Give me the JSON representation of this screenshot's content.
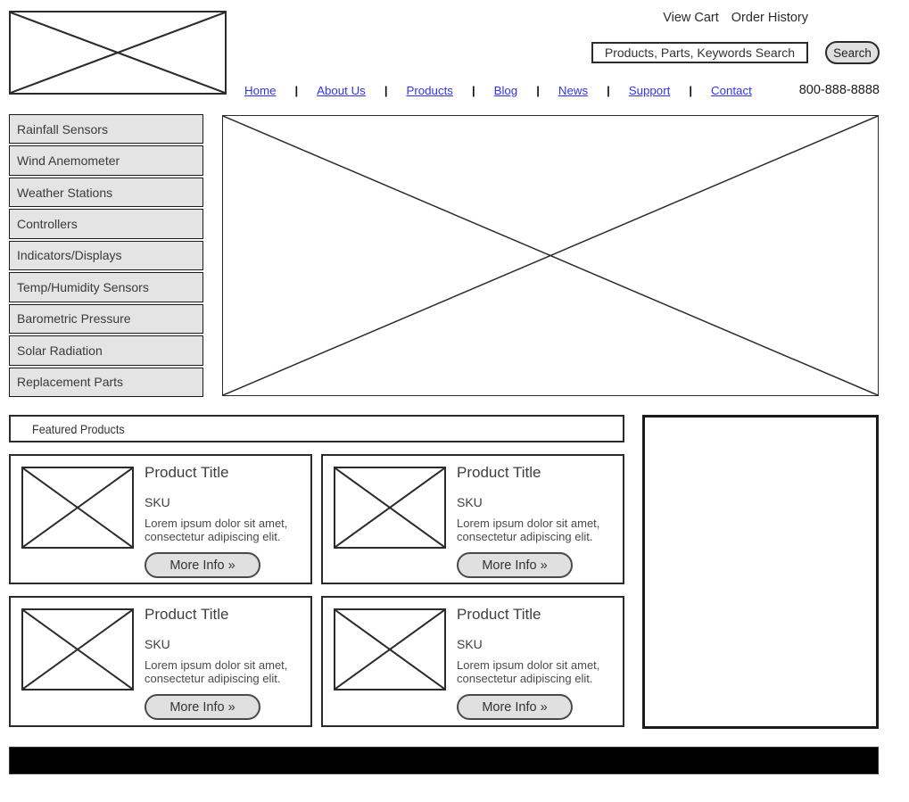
{
  "colors": {
    "link_blue": "#3333EE",
    "text_dark": "#333333",
    "panel_gray": "#e4e4e4",
    "button_gray": "#e0e0e0",
    "border_dark": "#2b2b2b",
    "footer_black": "#000000"
  },
  "header": {
    "utility": {
      "view_cart": "View Cart",
      "order_history": "Order History"
    },
    "search": {
      "value": "Products, Parts, Keywords Search",
      "button_label": "Search"
    },
    "nav": {
      "items": [
        "Home",
        "About Us",
        "Products",
        "Blog",
        "News",
        "Support",
        "Contact"
      ],
      "separator": "|",
      "phone": "800-888-8888"
    }
  },
  "sidebar": {
    "items": [
      "Rainfall Sensors",
      "Wind Anemometer",
      "Weather Stations",
      "Controllers",
      "Indicators/Displays",
      "Temp/Humidity Sensors",
      "Barometric Pressure",
      "Solar Radiation",
      "Replacement Parts"
    ]
  },
  "featured": {
    "title": "Featured Products",
    "products": [
      {
        "title": "Product Title",
        "sku": "SKU",
        "description": "Lorem ipsum dolor sit amet, consectetur adipiscing elit.",
        "more_info": "More Info »"
      },
      {
        "title": "Product Title",
        "sku": "SKU",
        "description": "Lorem ipsum dolor sit amet, consectetur adipiscing elit.",
        "more_info": "More Info »"
      },
      {
        "title": "Product Title",
        "sku": "SKU",
        "description": "Lorem ipsum dolor sit amet, consectetur adipiscing elit.",
        "more_info": "More Info »"
      },
      {
        "title": "Product Title",
        "sku": "SKU",
        "description": "Lorem ipsum dolor sit amet, consectetur adipiscing elit.",
        "more_info": "More Info »"
      }
    ]
  }
}
